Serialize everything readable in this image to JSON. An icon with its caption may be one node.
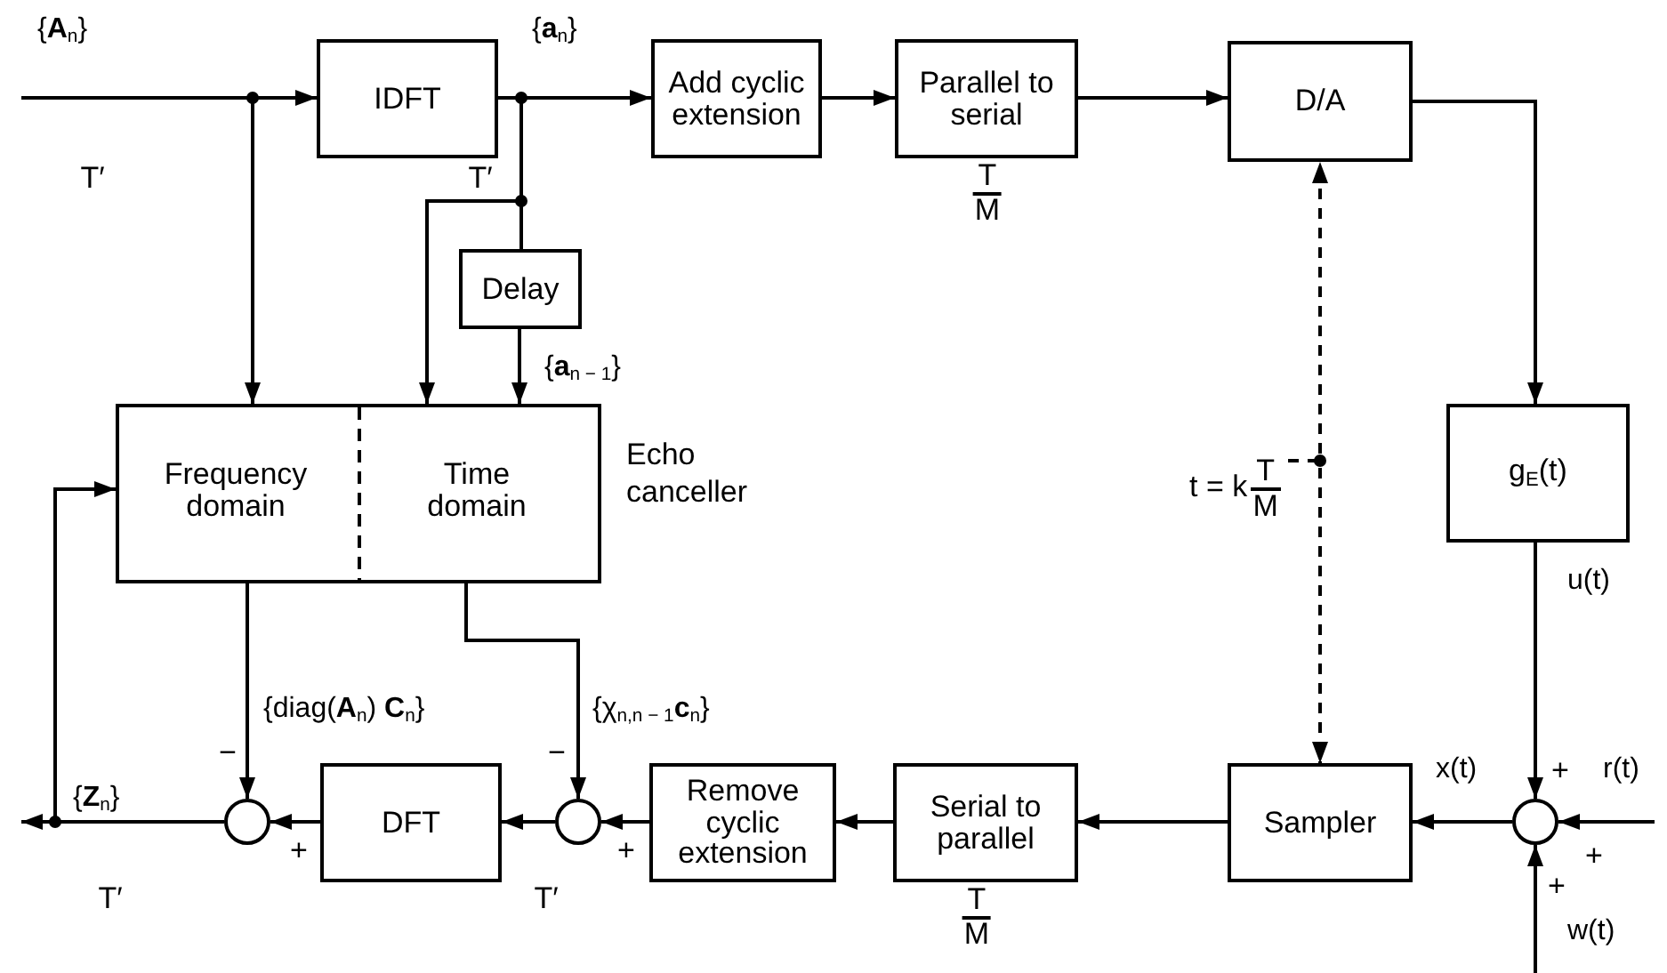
{
  "diagram": {
    "nodes": [
      {
        "text": [
          "IDFT"
        ]
      },
      {
        "text": [
          "Add cyclic extension"
        ]
      },
      {
        "text": [
          "Parallel to serial"
        ]
      },
      {
        "text": [
          "D/A"
        ]
      },
      {
        "text": [
          "Delay"
        ]
      },
      {
        "text": [
          "Echo canceller"
        ]
      },
      {
        "text": [
          "Frequency domain"
        ],
        "in": 5
      },
      {
        "text": [
          "Time domain"
        ],
        "in": 5
      },
      {
        "text": [
          "t = k",
          "T",
          "M"
        ]
      },
      {
        "text": [
          "g$_{E}$(t)"
        ]
      },
      {
        "text": [],
        "shape": "circle"
      },
      {
        "text": [
          "DFT"
        ]
      },
      {
        "text": [],
        "shape": "circle"
      },
      {
        "text": [
          "Remove cyclic extension"
        ]
      },
      {
        "text": [
          "Serial to parallel"
        ]
      },
      {
        "text": [
          "Sampler"
        ]
      },
      {
        "text": [],
        "shape": "circle"
      }
    ],
    "edges": [
      {
        "from": null,
        "to": 0,
        "arrow": "to",
        "label": "{**A**$_{n}$}"
      },
      {
        "from": null,
        "to": 6,
        "arrow": "to"
      },
      {
        "from": 0,
        "to": 1,
        "arrow": "to",
        "label": "{**a**$_{n}$}"
      },
      {
        "from": 0,
        "to": 7,
        "arrow": "to"
      },
      {
        "from": 0,
        "to": 4,
        "arrow": "none"
      },
      {
        "from": 4,
        "to": 7,
        "arrow": "to",
        "label": "{**a**$_{n − 1}$}"
      },
      {
        "from": 1,
        "to": 2,
        "arrow": "to"
      },
      {
        "from": 2,
        "to": 3,
        "arrow": "to"
      },
      {
        "from": 3,
        "to": 9,
        "arrow": "to"
      },
      {
        "from": 8,
        "to": 3,
        "arrow": "to",
        "style": "dashed"
      },
      {
        "from": 8,
        "to": 15,
        "arrow": "to",
        "style": "dashed"
      },
      {
        "from": 9,
        "to": 16,
        "arrow": "to",
        "label": "u(t)"
      },
      {
        "from": null,
        "to": 16,
        "arrow": "to",
        "label": "r(t)"
      },
      {
        "from": null,
        "to": 16,
        "arrow": "to",
        "label": "w(t)"
      },
      {
        "from": 16,
        "to": 15,
        "arrow": "to",
        "label": "x(t)"
      },
      {
        "from": 15,
        "to": 14,
        "arrow": "to"
      },
      {
        "from": 14,
        "to": 13,
        "arrow": "to"
      },
      {
        "from": 13,
        "to": 12,
        "arrow": "to"
      },
      {
        "from": 12,
        "to": 11,
        "arrow": "to"
      },
      {
        "from": 11,
        "to": 10,
        "arrow": "to"
      },
      {
        "from": 7,
        "to": 12,
        "arrow": "to",
        "label": "{χ$_{n,n − 1}$**c**$_{n}$}"
      },
      {
        "from": 6,
        "to": 10,
        "arrow": "to",
        "label": "{diag(**A**$_{n}$) **C**$_{n}$}"
      },
      {
        "from": 10,
        "to": null,
        "arrow": "to",
        "label": "{**Z**$_{n}$}"
      },
      {
        "from": 10,
        "to": 6,
        "arrow": "to"
      }
    ],
    "labels": [
      "T′",
      "T′",
      "T",
      "M",
      "−",
      "−",
      "+",
      "+",
      "+",
      "+",
      "+",
      "T′",
      "T′",
      "T",
      "M"
    ]
  }
}
